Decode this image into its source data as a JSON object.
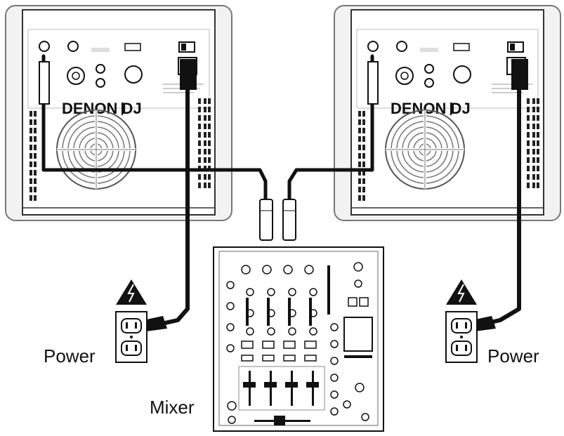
{
  "labels": {
    "power_left": "Power",
    "power_right": "Power",
    "mixer": "Mixer"
  },
  "speaker_brand": "DENON DJ",
  "icons": [
    "high-voltage-warning-icon",
    "power-outlet-icon",
    "xlr-plug-icon",
    "speaker-fan-grille-icon"
  ],
  "colors": {
    "line": "#111111",
    "panel": "#ffffff",
    "outline": "#777777",
    "cabinet": "#eeeeee"
  }
}
